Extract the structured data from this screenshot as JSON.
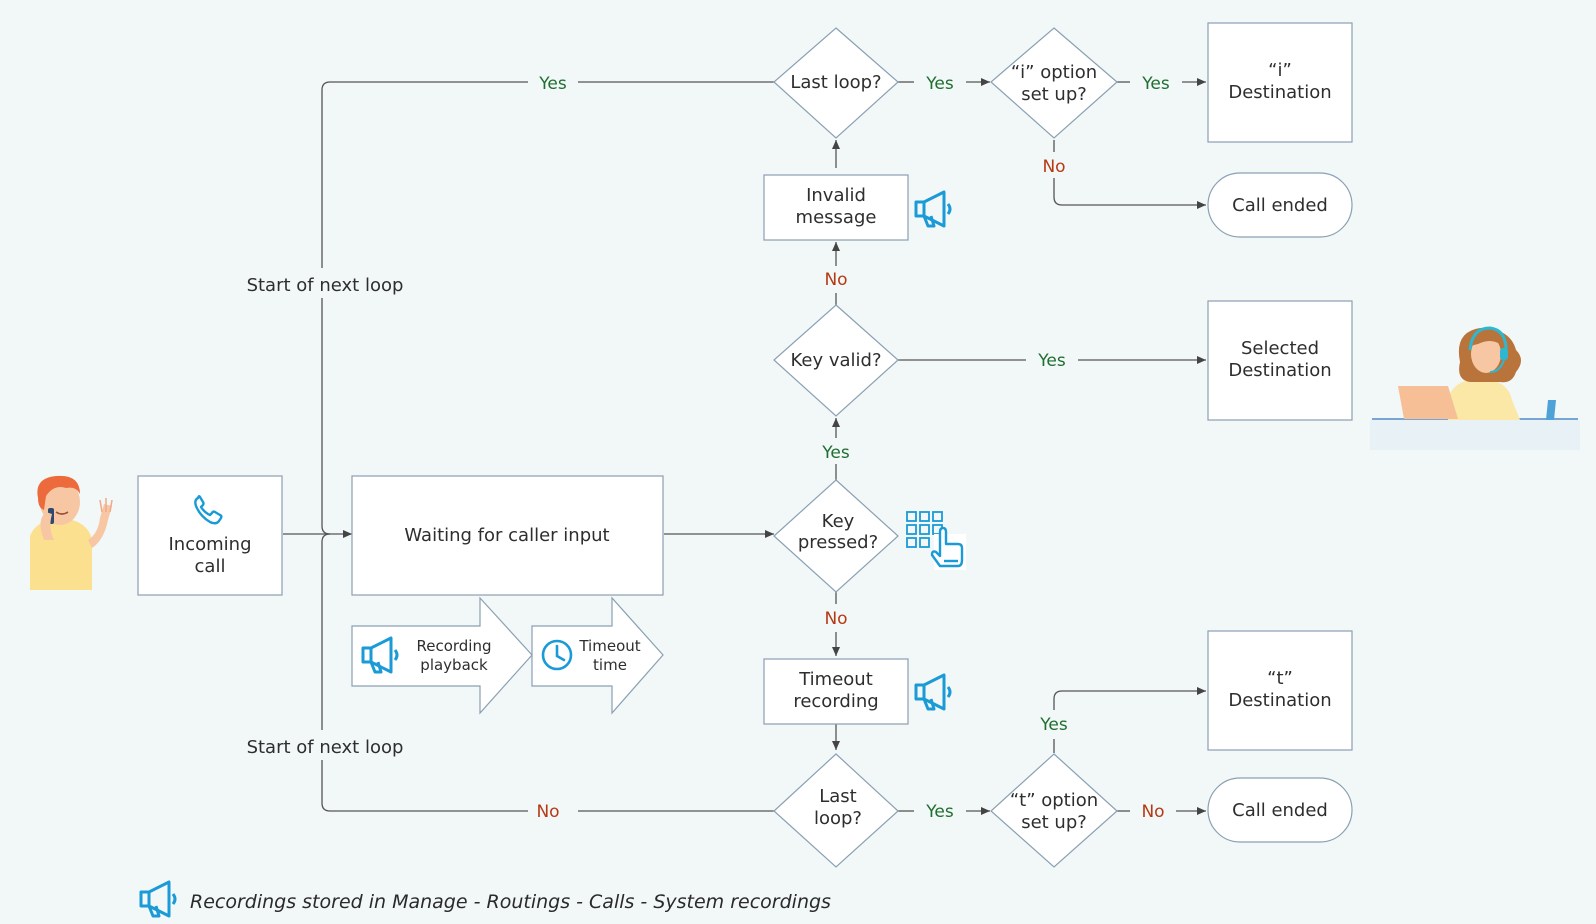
{
  "nodes": {
    "incoming_call": [
      "Incoming",
      "call"
    ],
    "waiting": "Waiting for caller input",
    "recording_playback": [
      "Recording",
      "playback"
    ],
    "timeout_time": [
      "Timeout",
      "time"
    ],
    "key_pressed": [
      "Key",
      "pressed?"
    ],
    "key_valid": "Key valid?",
    "invalid_message": [
      "Invalid",
      "message"
    ],
    "last_loop_top": "Last loop?",
    "i_option": [
      "“i” option",
      "set up?"
    ],
    "i_destination": [
      "“i”",
      "Destination"
    ],
    "call_ended_top": "Call ended",
    "selected_destination": [
      "Selected",
      "Destination"
    ],
    "timeout_recording": [
      "Timeout",
      "recording"
    ],
    "last_loop_bottom": [
      "Last",
      "loop?"
    ],
    "t_option": [
      "“t” option",
      "set up?"
    ],
    "t_destination": [
      "“t”",
      "Destination"
    ],
    "call_ended_bottom": "Call ended"
  },
  "edge_labels": {
    "yes": "Yes",
    "no": "No",
    "start_next_loop": "Start of next loop"
  },
  "footnote": "Recordings stored in Manage - Routings - Calls - System recordings",
  "colors": {
    "background": "#f2f7f8",
    "box_stroke": "#8aa0b3",
    "yes": "#1f6e2f",
    "no": "#b53a14",
    "icon": "#1a9ad6"
  },
  "icons": [
    "phone-icon",
    "megaphone-icon",
    "clock-icon",
    "keypad-icon",
    "hand-pointer-icon",
    "caller-person",
    "agent-person"
  ]
}
